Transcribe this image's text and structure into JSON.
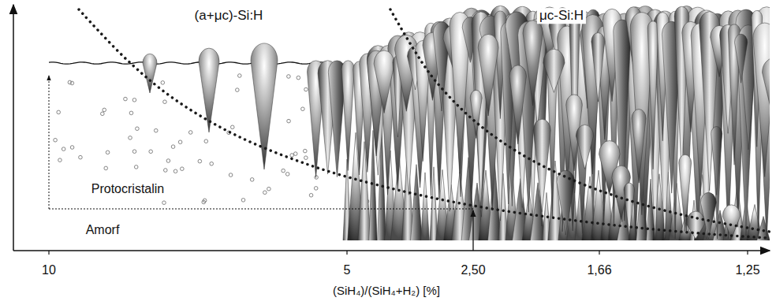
{
  "diagram": {
    "labels": [
      "(a+μc)-Si:H",
      "μc-Si:H",
      "Protocristalin",
      "Amorf",
      "10",
      "5",
      "2,50",
      "1,66",
      "1,25",
      "(SiH₄)/(SiH₄+H₂) [%]"
    ]
  }
}
